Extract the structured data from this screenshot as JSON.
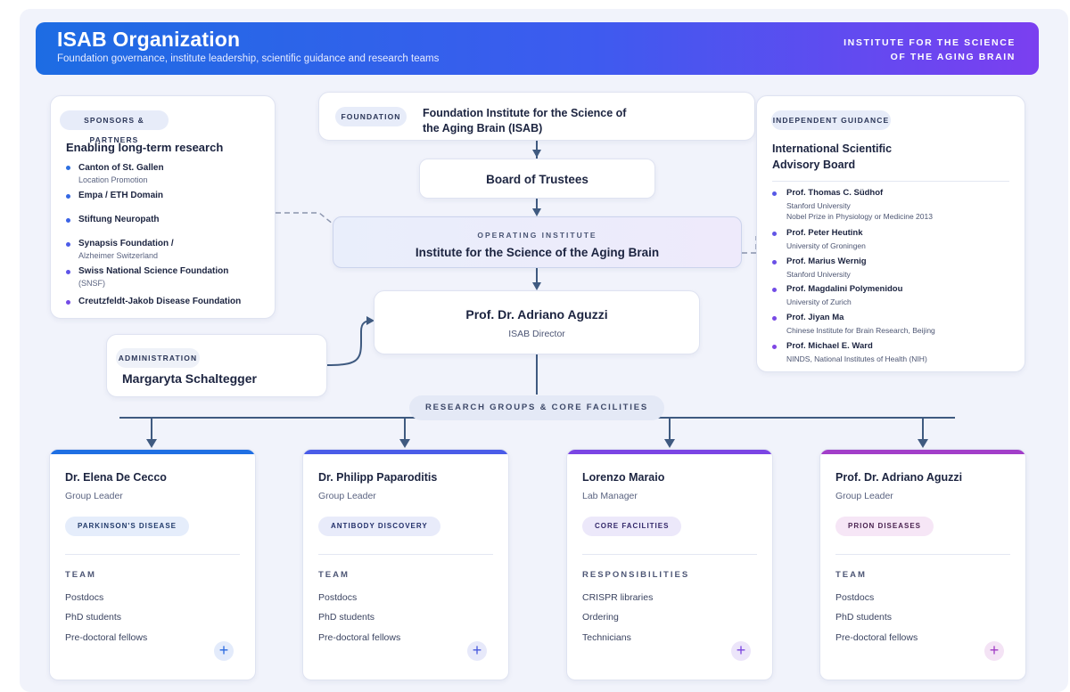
{
  "header": {
    "title": "ISAB Organization",
    "subtitle": "Foundation governance, institute leadership, scientific guidance and research teams",
    "tag_line1": "INSTITUTE FOR THE SCIENCE",
    "tag_line2": "OF THE AGING BRAIN"
  },
  "sponsors": {
    "kicker": "SPONSORS & PARTNERS",
    "title": "Enabling long-term research",
    "items": [
      {
        "name": "Canton of St. Gallen",
        "sub": "Location Promotion"
      },
      {
        "name": "Empa / ETH Domain",
        "sub": ""
      },
      {
        "name": "Stiftung Neuropath",
        "sub": ""
      },
      {
        "name": "Synapsis Foundation /",
        "sub": "Alzheimer Switzerland"
      },
      {
        "name": "Swiss National Science Foundation",
        "sub": "(SNSF)"
      },
      {
        "name": "Creutzfeldt-Jakob Disease Foundation",
        "sub": ""
      }
    ]
  },
  "foundation": {
    "pill": "FOUNDATION",
    "name_line1": "Foundation Institute for the Science of",
    "name_line2": "the Aging Brain (ISAB)"
  },
  "board": {
    "label": "Board of Trustees"
  },
  "operating": {
    "kicker": "OPERATING INSTITUTE",
    "name": "Institute for the Science of the Aging Brain"
  },
  "director": {
    "name": "Prof. Dr. Adriano Aguzzi",
    "role": "ISAB Director"
  },
  "administration": {
    "kicker": "ADMINISTRATION",
    "name": "Margaryta Schaltegger"
  },
  "advisory": {
    "kicker": "INDEPENDENT GUIDANCE",
    "title_line1": "International Scientific",
    "title_line2": "Advisory Board",
    "members": [
      {
        "name": "Prof. Thomas C. Südhof",
        "sub1": "Stanford University",
        "sub2": "Nobel Prize in Physiology or Medicine 2013"
      },
      {
        "name": "Prof. Peter Heutink",
        "sub1": "University of Groningen",
        "sub2": ""
      },
      {
        "name": "Prof. Marius Wernig",
        "sub1": "Stanford University",
        "sub2": ""
      },
      {
        "name": "Prof. Magdalini Polymenidou",
        "sub1": "University of Zurich",
        "sub2": ""
      },
      {
        "name": "Prof. Jiyan Ma",
        "sub1": "Chinese Institute for Brain Research, Beijing",
        "sub2": ""
      },
      {
        "name": "Prof. Michael E. Ward",
        "sub1": "NINDS, National Institutes of Health (NIH)",
        "sub2": ""
      }
    ]
  },
  "research_label": "RESEARCH GROUPS & CORE FACILITIES",
  "groups": [
    {
      "name": "Dr. Elena De Cecco",
      "role": "Group Leader",
      "pill": "PARKINSON'S DISEASE",
      "section": "TEAM",
      "items": [
        "Postdocs",
        "PhD students",
        "Pre-doctoral fellows"
      ],
      "plus": "+"
    },
    {
      "name": "Dr. Philipp Paparoditis",
      "role": "Group Leader",
      "pill": "ANTIBODY DISCOVERY",
      "section": "TEAM",
      "items": [
        "Postdocs",
        "PhD students",
        "Pre-doctoral fellows"
      ],
      "plus": "+"
    },
    {
      "name": "Lorenzo Maraio",
      "role": "Lab Manager",
      "pill": "CORE FACILITIES",
      "section": "RESPONSIBILITIES",
      "items": [
        "CRISPR libraries",
        "Ordering",
        "Technicians"
      ],
      "plus": "+"
    },
    {
      "name": "Prof. Dr. Adriano Aguzzi",
      "role": "Group Leader",
      "pill": "PRION DISEASES",
      "section": "TEAM",
      "items": [
        "Postdocs",
        "PhD students",
        "Pre-doctoral fellows"
      ],
      "plus": "+"
    }
  ],
  "colors": {
    "accent_blue": "#1f6fe3",
    "accent_indigo": "#4a5ce8",
    "accent_violet": "#7b45e4",
    "accent_magenta": "#a23ec9",
    "connector": "#3f5a80"
  }
}
